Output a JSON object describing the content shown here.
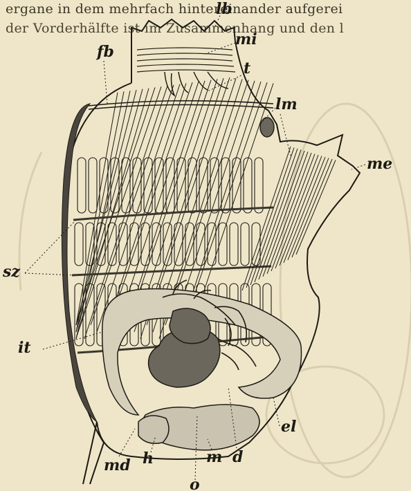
{
  "header": {
    "line1": "ergane in dem mehrfach hintereinander aufgerei",
    "line2": "der Vorderhälfte ist im Zusammenhang und den l"
  },
  "figure": {
    "labels": {
      "lb": "lb",
      "mi": "mi",
      "fb": "fb",
      "t": "t",
      "lm": "lm",
      "me": "me",
      "sz": "sz",
      "it": "it",
      "el": "el",
      "md": "md",
      "h": "h",
      "o": "o",
      "m": "m",
      "d": "d"
    },
    "colors": {
      "paper": "#efe6c9",
      "ink": "#1c1a14",
      "dark_band": "#4a463f",
      "tissue": "#c9c3b0",
      "ganglion": "#6b675c"
    }
  }
}
